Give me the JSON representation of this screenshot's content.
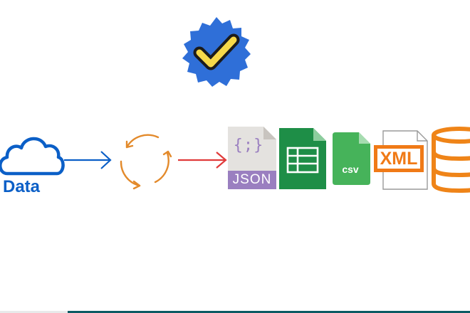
{
  "colors": {
    "badge_blue": "#2f6fd8",
    "check_yellow": "#f6d94a",
    "source_blue": "#0b5fc7",
    "sync_orange": "#e38a2b",
    "arrow_red": "#e03a3a",
    "json_purple": "#9a7fc0",
    "sheet_green": "#1e8e47",
    "csv_green": "#46b35a",
    "xml_orange": "#f07a17",
    "db_orange": "#ef8418",
    "footer_teal": "#0b5a63"
  },
  "icons": {
    "badge": "verified-badge-icon",
    "source": "cloud-icon",
    "process": "refresh-cycle-icon",
    "json": "json-file-icon",
    "spreadsheet": "spreadsheet-file-icon",
    "csv": "csv-file-icon",
    "xml": "xml-file-icon",
    "database": "database-icon"
  },
  "source": {
    "label": "Data"
  },
  "formats": {
    "json": {
      "symbol": "{;}",
      "label": "JSON"
    },
    "csv": {
      "label": "csv"
    },
    "xml": {
      "label": "XML"
    }
  }
}
